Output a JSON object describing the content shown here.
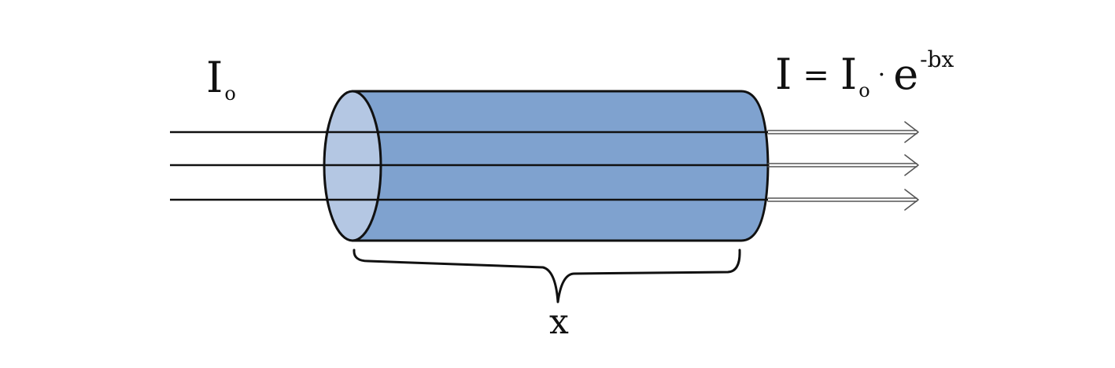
{
  "diagram": {
    "incident_label": {
      "symbol": "I",
      "subscript": "o"
    },
    "formula_label": {
      "lhs": "I",
      "equals": "=",
      "i0_symbol": "I",
      "i0_subscript": "o",
      "dot": "·",
      "base": "e",
      "exponent": "-bx"
    },
    "length_label": "x",
    "colors": {
      "cylinder_body": "#7fa2cf",
      "cylinder_face": "#b4c7e3",
      "outline": "#111111",
      "beam_in": "#111111",
      "beam_out": "#777777"
    },
    "beams": {
      "count": 3
    }
  }
}
